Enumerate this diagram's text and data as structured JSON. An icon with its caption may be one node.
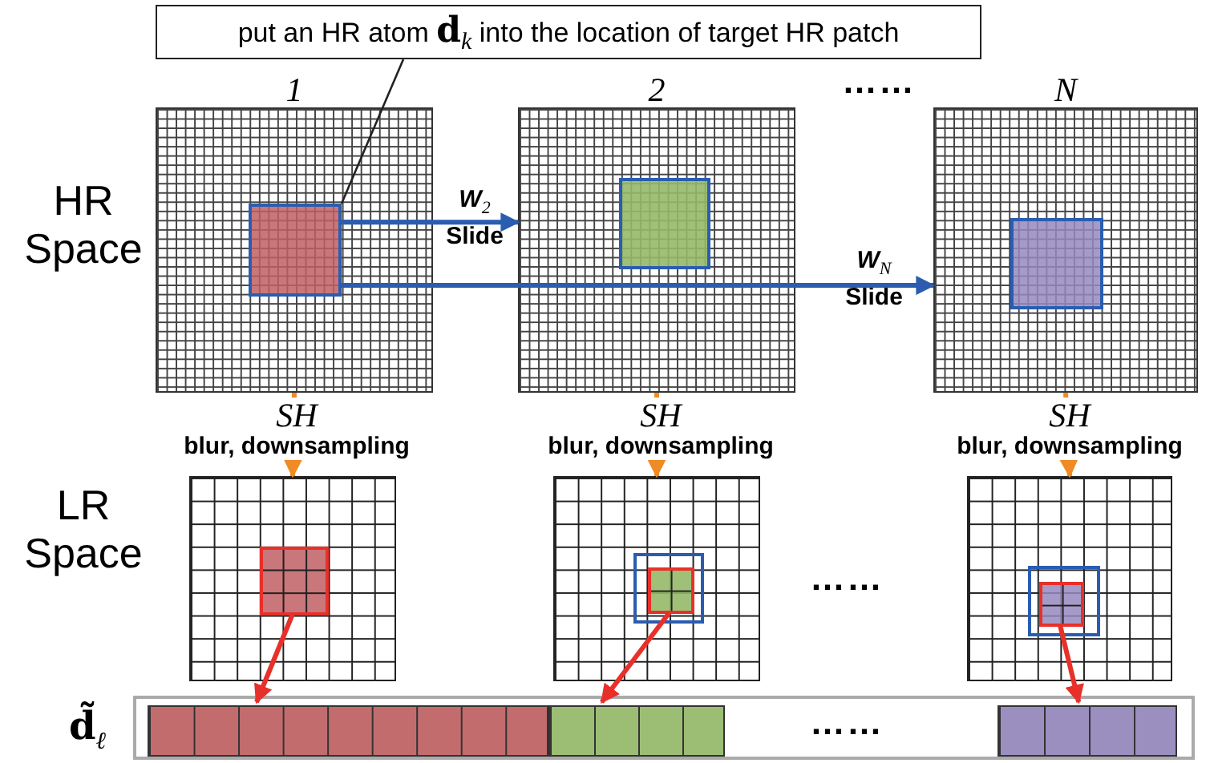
{
  "diagram": {
    "nodes": [
      {
        "text": [
          "put an HR atom **d**$_{k}$ into the location of target HR patch"
        ]
      },
      {
        "text": [
          "1"
        ]
      },
      {
        "text": [],
        "shape": "box",
        "in": 1
      },
      {
        "text": [
          "2"
        ]
      },
      {
        "text": [],
        "shape": "box",
        "in": 3
      },
      {
        "text": [
          "N"
        ]
      },
      {
        "text": [],
        "shape": "box",
        "in": 5
      },
      {
        "text": [],
        "shape": "box"
      },
      {
        "text": [],
        "shape": "box",
        "in": 7
      },
      {
        "text": [],
        "shape": "box"
      },
      {
        "text": [],
        "shape": "box",
        "in": 9
      },
      {
        "text": [],
        "shape": "box"
      },
      {
        "text": [],
        "shape": "box",
        "in": 11
      },
      {
        "text": [],
        "shape": "bar",
        "beside": [
          "**d̃**$_{ℓ}$"
        ]
      },
      {
        "text": [],
        "shape": "bar",
        "in": 13
      },
      {
        "text": [],
        "shape": "bar",
        "in": 13
      },
      {
        "text": [],
        "shape": "bar",
        "in": 13
      }
    ],
    "edges": [
      {
        "from": 0,
        "to": 2,
        "arrow": "none",
        "color": "#222222"
      },
      {
        "from": 2,
        "to": 3,
        "arrow": "to",
        "label": "*W*$_{2}$ Slide",
        "color": "#2a5db0"
      },
      {
        "from": 2,
        "to": 5,
        "arrow": "to",
        "label": "*W*$_{N}$ Slide",
        "color": "#2a5db0"
      },
      {
        "from": 1,
        "to": 7,
        "arrow": "to",
        "label": "*SH* blur, downsampling",
        "color": "#f08a24"
      },
      {
        "from": 3,
        "to": 9,
        "arrow": "to",
        "label": "*SH* blur, downsampling",
        "color": "#f08a24"
      },
      {
        "from": 5,
        "to": 11,
        "arrow": "to",
        "label": "*SH* blur, downsampling",
        "color": "#f08a24"
      },
      {
        "from": 8,
        "to": 14,
        "arrow": "to",
        "color": "#e8302a"
      },
      {
        "from": 10,
        "to": 15,
        "arrow": "to",
        "color": "#e8302a"
      },
      {
        "from": 12,
        "to": 16,
        "arrow": "to",
        "color": "#e8302a"
      }
    ],
    "labels": [
      "HR Space",
      "……",
      "LR Space",
      "……",
      "……"
    ]
  }
}
